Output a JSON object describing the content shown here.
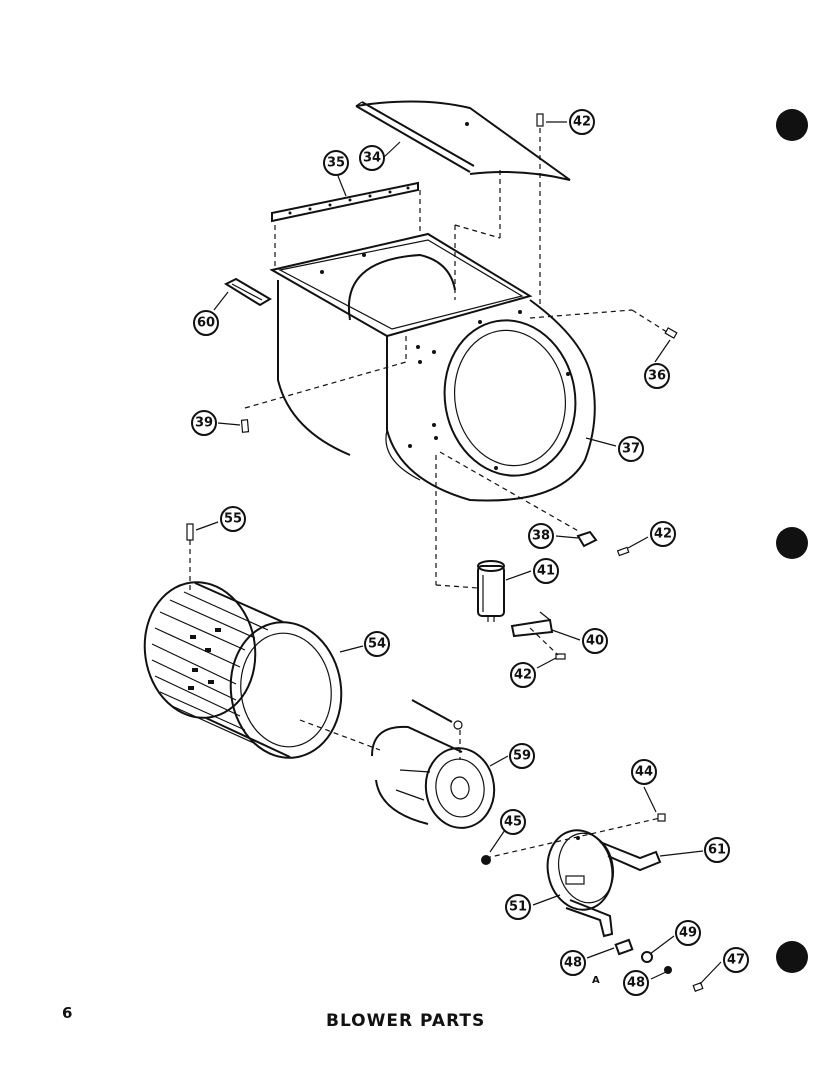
{
  "page_number": "6",
  "title": "BLOWER PARTS",
  "sub_label": "A",
  "callouts": [
    "34",
    "35",
    "60",
    "39",
    "42",
    "36",
    "37",
    "38",
    "42",
    "41",
    "40",
    "42",
    "55",
    "54",
    "59",
    "44",
    "45",
    "61",
    "51",
    "49",
    "48",
    "48",
    "47"
  ]
}
